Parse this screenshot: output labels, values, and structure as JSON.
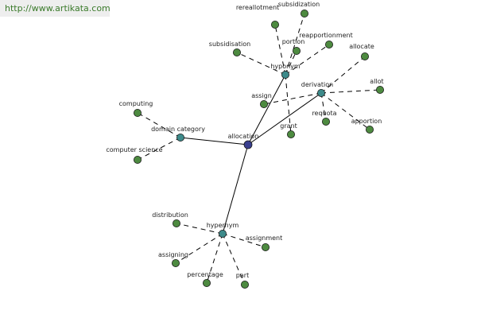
{
  "banner": {
    "url": "http://www.artikata.com"
  },
  "colors": {
    "center": "#3a3f8f",
    "relation": "#3d8a8a",
    "leaf": "#4d8a40"
  },
  "graph": {
    "center": {
      "id": "allocation",
      "label": "allocation"
    },
    "relations": [
      {
        "id": "hyponym",
        "label": "hyponym",
        "leaves": [
          "subsidisation",
          "rereallotment",
          "subsidization",
          "portion",
          "reapportionment",
          "grant"
        ]
      },
      {
        "id": "derivation",
        "label": "derivation",
        "leaves": [
          "allocate",
          "allot",
          "assign",
          "requota",
          "apportion"
        ]
      },
      {
        "id": "domain-category",
        "label": "domain category",
        "leaves": [
          "computing",
          "computer science"
        ]
      },
      {
        "id": "hypernym",
        "label": "hypernym",
        "leaves": [
          "distribution",
          "assignment",
          "assigning",
          "percentage",
          "part"
        ]
      }
    ]
  }
}
